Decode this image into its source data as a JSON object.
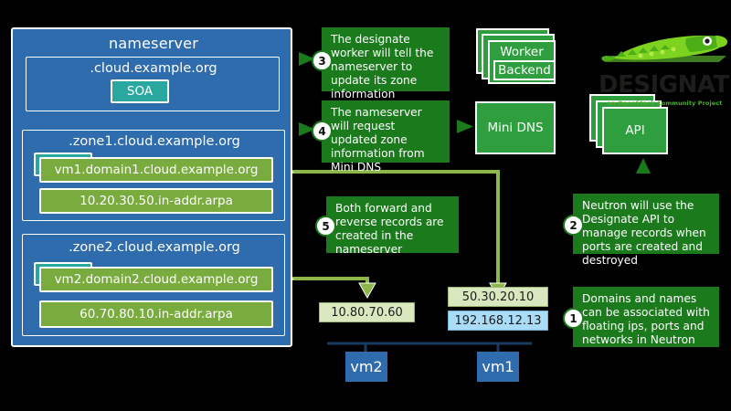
{
  "nameserver": {
    "title": "nameserver",
    "root_zone": {
      "name": ".cloud.example.org",
      "soa_label": "SOA"
    },
    "zones": [
      {
        "name": ".zone1.cloud.example.org",
        "records": [
          "vm1.domain1.cloud.example.org",
          "10.20.30.50.in-addr.arpa"
        ]
      },
      {
        "name": ".zone2.cloud.example.org",
        "records": [
          "vm2.domain2.cloud.example.org",
          "60.70.80.10.in-addr.arpa"
        ]
      }
    ]
  },
  "services": {
    "worker": "Worker",
    "backend": "Backend",
    "mini_dns": "Mini DNS",
    "api": "API"
  },
  "logo": {
    "word": "DESIGNATE",
    "tagline": "an OpenStack Community Project"
  },
  "callouts": [
    {
      "number": "1",
      "text": "Domains and names can be associated with floating ips, ports and networks in Neutron"
    },
    {
      "number": "2",
      "text": "Neutron will use the Designate API to manage records when ports are created and destroyed"
    },
    {
      "number": "3",
      "text": "The designate worker will tell the nameserver to update its zone information"
    },
    {
      "number": "4",
      "text": "The nameserver will request updated zone information from Mini DNS"
    },
    {
      "number": "5",
      "text": "Both forward and reverse records are created in the nameserver"
    }
  ],
  "network": {
    "vm1": {
      "label": "vm1",
      "floating_ip": "50.30.20.10",
      "fixed_ip": "192.168.12.13"
    },
    "vm2": {
      "label": "vm2",
      "floating_ip": "10.80.70.60"
    }
  },
  "colors": {
    "panel_blue": "#2e6cad",
    "record_green": "#79ab3e",
    "soa_teal": "#2aa8a0",
    "service_green": "#2e9e3e",
    "callout_green": "#1a7a1c",
    "wire_green": "#8cb84b",
    "ip_green": "#d9e8bf",
    "ip_blue": "#aadcf7",
    "background": "#000000"
  }
}
